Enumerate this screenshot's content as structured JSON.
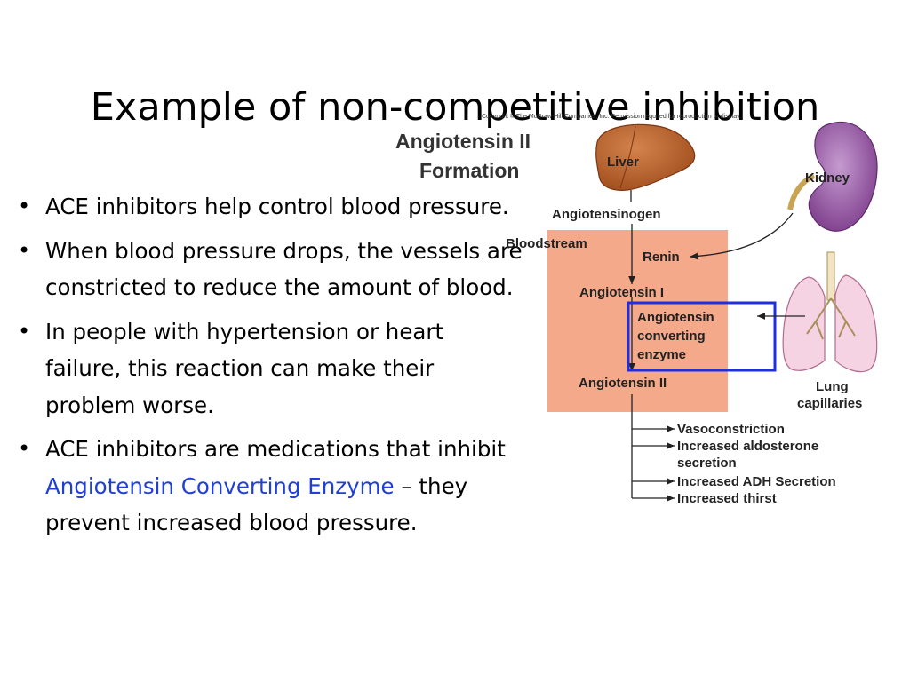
{
  "slide": {
    "title": "Example of non-competitive inhibition"
  },
  "bullets": [
    {
      "text": "ACE inhibitors help control blood pressure."
    },
    {
      "text": "When blood pressure drops, the vessels are constricted to reduce the amount of blood."
    },
    {
      "text": "In people with hypertension or heart failure, this reaction can make their problem worse."
    },
    {
      "text_before": "ACE inhibitors are medications that inhibit",
      "highlight": "Angiotensin Converting Enzyme",
      "text_after": "– they prevent increased blood pressure."
    }
  ],
  "diagram": {
    "copyright": "Copyright © The McGraw-Hill Companies, Inc. Permission required for reproduction or display.",
    "title_line1": "Angiotensin II",
    "title_line2": "Formation",
    "liver_label": "Liver",
    "kidney_label": "Kidney",
    "angiotensinogen": "Angiotensinogen",
    "bloodstream": "Bloodstream",
    "renin": "Renin",
    "angiotensin1": "Angiotensin I",
    "ace_line1": "Angiotensin",
    "ace_line2": "converting",
    "ace_line3": "enzyme",
    "angiotensin2": "Angiotensin II",
    "lung_line1": "Lung",
    "lung_line2": "capillaries",
    "effects": [
      "Vasoconstriction",
      "Increased aldosterone",
      "secretion",
      "Increased ADH Secretion",
      "Increased thirst"
    ]
  },
  "colors": {
    "bloodstream_box": "#f4a98a",
    "liver": "#b85b26",
    "kidney": "#9b5aa6",
    "lung": "#f6d3e2",
    "highlight_box": "#1f2fe0",
    "link_text": "#1f3fd6"
  }
}
